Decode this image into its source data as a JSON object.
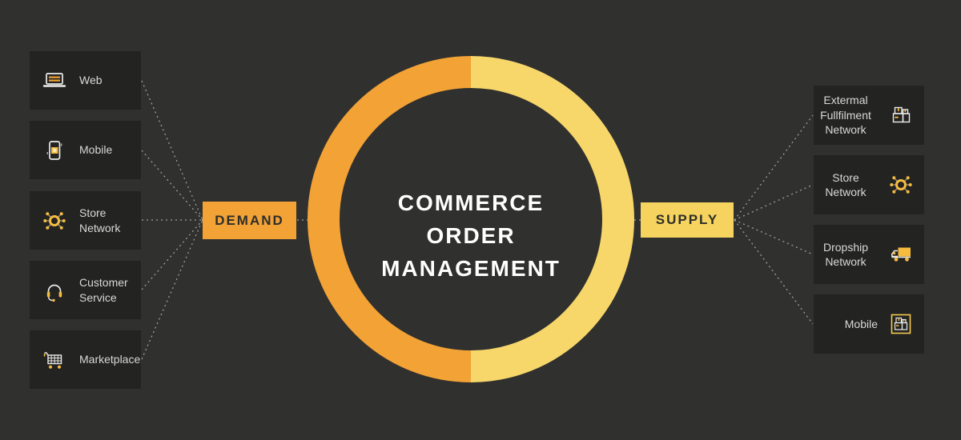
{
  "center": {
    "title_line1": "COMMERCE ORDER",
    "title_line2": "MANAGEMENT"
  },
  "demand": {
    "label": "DEMAND"
  },
  "supply": {
    "label": "SUPPLY"
  },
  "demand_channels": [
    {
      "label": "Web",
      "icon": "laptop-icon"
    },
    {
      "label": "Mobile",
      "icon": "mobile-phone-icon"
    },
    {
      "label": "Store Network",
      "icon": "network-hub-icon"
    },
    {
      "label": "Customer Service",
      "icon": "headset-icon"
    },
    {
      "label": "Marketplace",
      "icon": "shopping-cart-icon"
    }
  ],
  "supply_channels": [
    {
      "label": "Extermal Fullfilment Network",
      "icon": "packages-icon"
    },
    {
      "label": "Store Network",
      "icon": "network-hub-icon"
    },
    {
      "label": "Dropship Network",
      "icon": "delivery-truck-icon"
    },
    {
      "label": "Mobile",
      "icon": "framed-packages-icon"
    }
  ],
  "colors": {
    "canvas_background": "#30302E",
    "node_background": "#232322",
    "demand_orange": "#F3A236",
    "supply_yellow": "#F5D35E",
    "ring_orange": "#F3A236",
    "ring_yellow": "#F7D76A",
    "label_text": "#D8D8D6",
    "dark_text": "#2E2E2B",
    "title_text": "#FFFFFF",
    "connector_dotted": "#9E9E9A",
    "icon_line": "#ECECEA",
    "icon_accent": "#F6BC3E"
  }
}
